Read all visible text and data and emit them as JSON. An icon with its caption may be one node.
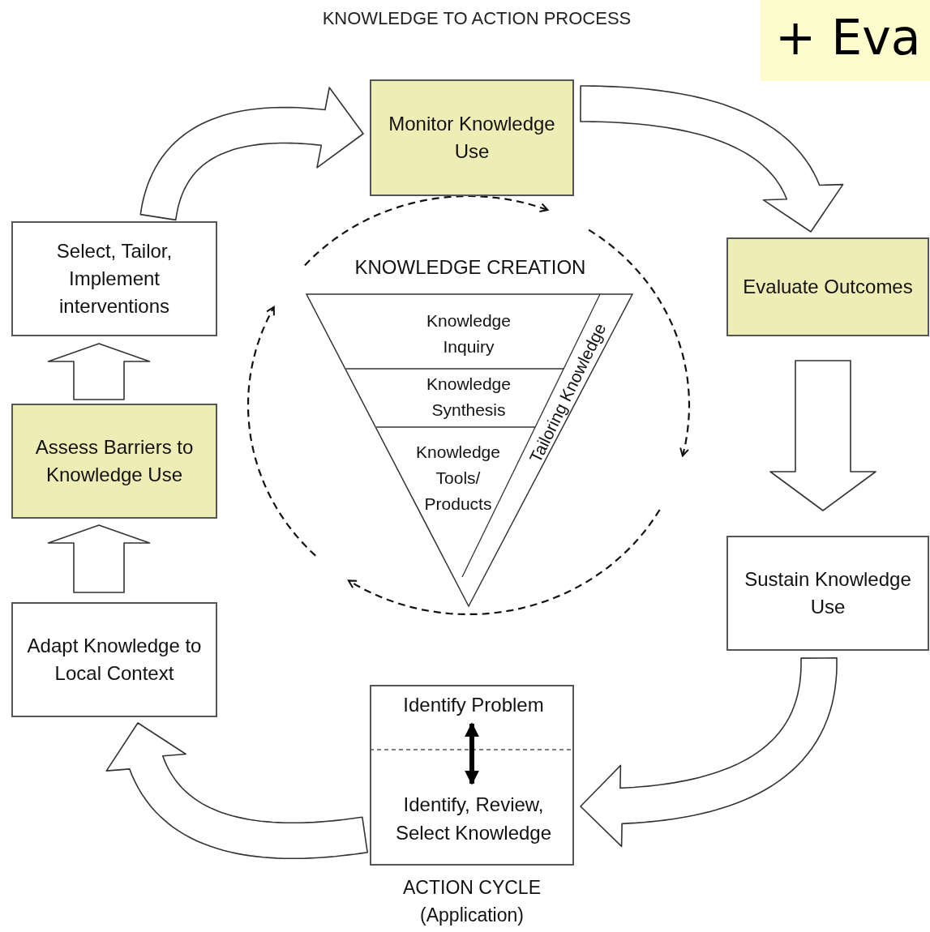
{
  "diagram": {
    "title": "KNOWLEDGE TO ACTION PROCESS",
    "nodes": [
      {
        "text": [
          "Monitor Knowledge Use"
        ]
      },
      {
        "text": [
          "Evaluate Outcomes"
        ]
      },
      {
        "text": [
          "Sustain Knowledge Use"
        ]
      },
      {
        "text": [],
        "shape": "box",
        "beside": [
          "ACTION CYCLE (Application)"
        ]
      },
      {
        "text": [
          "Identify Problem"
        ],
        "in": 3
      },
      {
        "text": [
          "Identify, Review, Select Knowledge"
        ],
        "in": 3
      },
      {
        "text": [
          "Adapt Knowledge to Local Context"
        ]
      },
      {
        "text": [
          "Assess Barriers to Knowledge Use"
        ]
      },
      {
        "text": [
          "Select, Tailor, Implement interventions"
        ]
      },
      {
        "text": [
          "KNOWLEDGE CREATION"
        ]
      },
      {
        "text": [
          "Knowledge Inquiry"
        ],
        "in": 9
      },
      {
        "text": [
          "Knowledge Synthesis"
        ],
        "in": 9
      },
      {
        "text": [
          "Knowledge Tools/ Products"
        ],
        "in": 9
      },
      {
        "text": [
          "Tailoring Knowledge"
        ],
        "in": 9
      }
    ],
    "edges": [
      {
        "from": 0,
        "to": 1,
        "arrow": "to"
      },
      {
        "from": 1,
        "to": 2,
        "arrow": "to"
      },
      {
        "from": 2,
        "to": 3,
        "arrow": "to"
      },
      {
        "from": 4,
        "to": 5,
        "arrow": "both"
      },
      {
        "from": 3,
        "to": 6,
        "arrow": "to"
      },
      {
        "from": 6,
        "to": 7,
        "arrow": "to"
      },
      {
        "from": 7,
        "to": 8,
        "arrow": "to"
      },
      {
        "from": 8,
        "to": 0,
        "arrow": "to"
      }
    ],
    "labels": [
      "+ Eva"
    ]
  }
}
